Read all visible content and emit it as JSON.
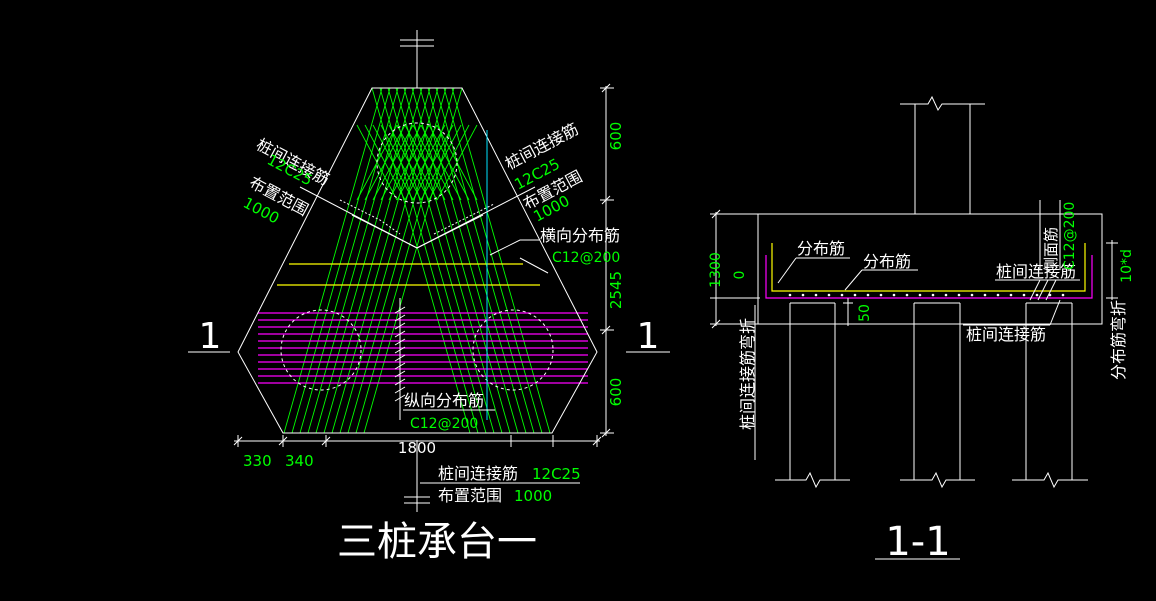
{
  "colors": {
    "background": "#000000",
    "outline": "#ffffff",
    "dimension": "#00ff00",
    "rebar_diagonal": "#00ff00",
    "rebar_horizontal": "#ff00ff",
    "rebar_distribution": "#ffff00",
    "axis": "#00e5ff"
  },
  "plan": {
    "title": "三桩承台一",
    "section_mark": "1",
    "labels": {
      "left_conn_name": "桩间连接筋",
      "left_conn_spec": "12C25",
      "left_range_name": "布置范围",
      "left_range_value": "1000",
      "right_conn_name": "桩间连接筋",
      "right_conn_spec": "12C25",
      "right_range_name": "布置范围",
      "right_range_value": "1000",
      "transverse_name": "横向分布筋",
      "transverse_spec": "C12@200",
      "longitudinal_name": "纵向分布筋",
      "longitudinal_spec": "C12@200",
      "bottom_conn_name": "桩间连接筋",
      "bottom_conn_spec": "12C25",
      "bottom_range_name": "布置范围",
      "bottom_range_value": "1000"
    },
    "dimensions": {
      "top": "600",
      "middle": "2545",
      "bottom": "600",
      "width": "1800",
      "left_a": "330",
      "left_b": "340"
    }
  },
  "section": {
    "title": "1-1",
    "labels": {
      "dist1": "分布筋",
      "dist2": "分布筋",
      "conn_top": "桩间连接筋",
      "conn_bottom": "桩间连接筋",
      "side_name": "侧面筋",
      "side_spec": "C12@200",
      "left_vertical": "桩间连接筋弯折",
      "right_vertical": "分布筋弯折"
    },
    "dimensions": {
      "height": "1300",
      "zero": "0",
      "cover": "50",
      "hook": "10*d"
    }
  }
}
